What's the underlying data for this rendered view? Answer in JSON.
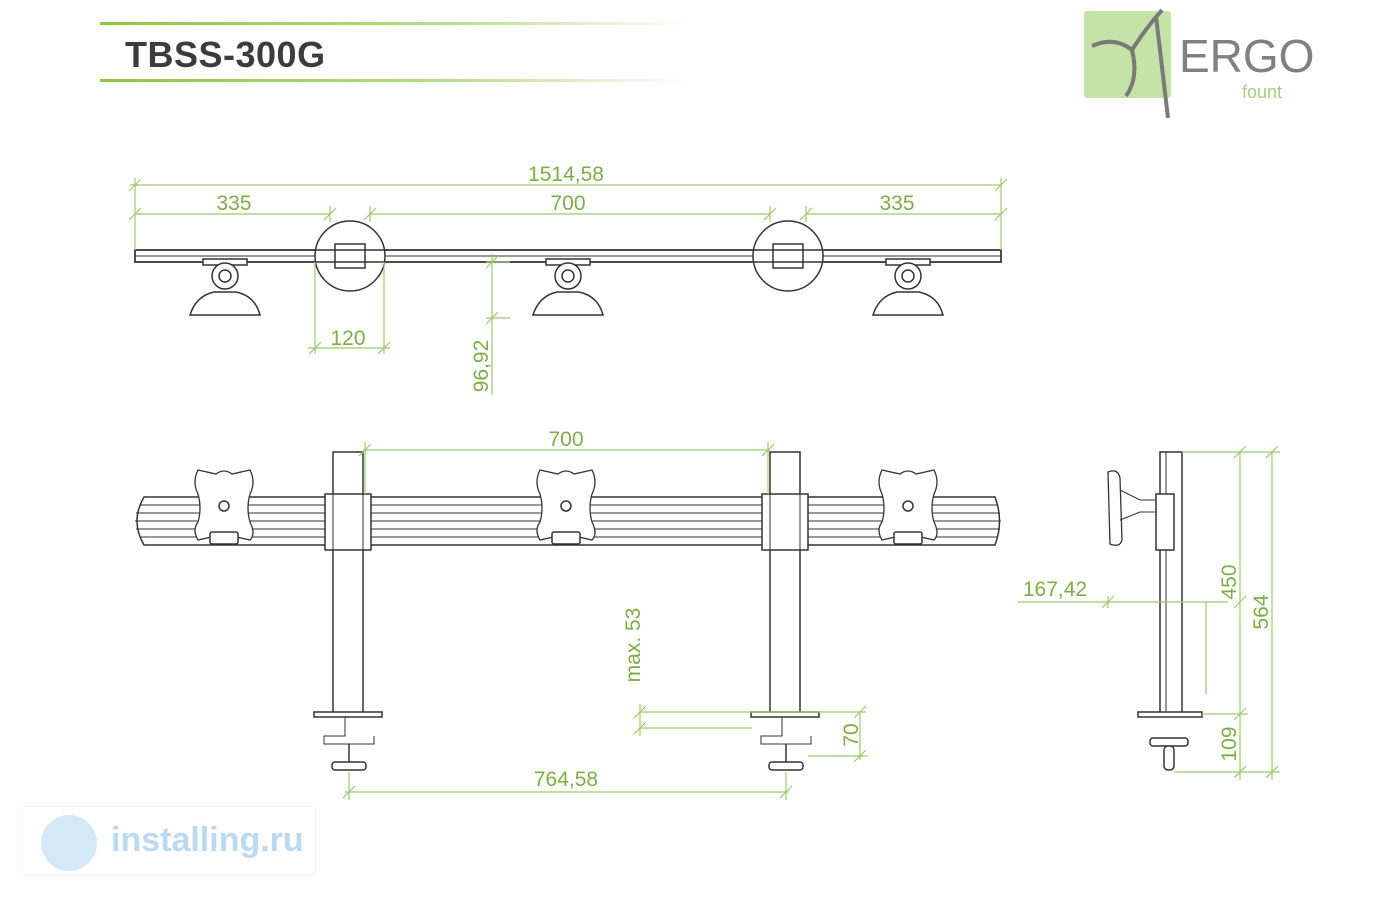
{
  "title": "TBSS-300G",
  "logo": {
    "brand": "ERGO",
    "sub": "fount",
    "accent_color": "#c5e3a6"
  },
  "watermark": {
    "text": "installing.ru"
  },
  "colors": {
    "dimension": "#7cae44",
    "line": "#333333",
    "title_rule": "#8cc63f"
  },
  "dimensions": {
    "top_overall": "1514,58",
    "top_left": "335",
    "top_mid": "700",
    "top_right": "335",
    "clamp_width": "120",
    "drop": "96,92",
    "front_spacing": "700",
    "max_desk": "max. 53",
    "desk_gap": "70",
    "pole_spacing": "764,58",
    "side_offset": "167,42",
    "side_height_upper": "450",
    "side_height_total": "564",
    "side_height_lower": "109"
  }
}
